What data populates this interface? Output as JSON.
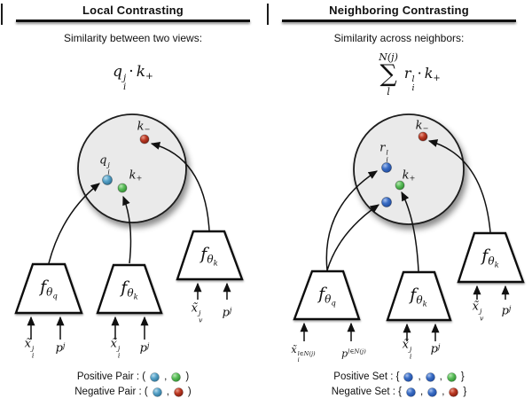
{
  "colors": {
    "light_blue": "#57a3c9",
    "royal_blue": "#3b6ec6",
    "green": "#5cbf5c",
    "red": "#bd3a24",
    "circle_fill": "#eaeaea",
    "ink": "#111111"
  },
  "left": {
    "title": "Local Contrasting",
    "subtitle": "Similarity between two views:",
    "formula": {
      "q_base": "q",
      "q_sup": "j",
      "q_sub": "i",
      "op": "·",
      "k_base": "k",
      "k_sub": "+"
    },
    "points": {
      "k_neg_base": "k",
      "k_neg_sub": "−",
      "q_base": "q",
      "q_sup": "j",
      "q_sub": "i",
      "k_pos_base": "k",
      "k_pos_sub": "+"
    },
    "encoders": [
      {
        "base": "f",
        "theta": "θ",
        "theta_sub": "q"
      },
      {
        "base": "f",
        "theta": "θ",
        "theta_sub": "k"
      },
      {
        "base": "f",
        "theta": "θ",
        "theta_sub": "k"
      }
    ],
    "inputs": {
      "enc1_x_base": "x̃",
      "enc1_x_sup": "j",
      "enc1_x_sub": "i",
      "enc1_p_base": "p",
      "enc1_p_sup": "j",
      "enc2_x_base": "x̃",
      "enc2_x_sup": "j",
      "enc2_x_sub": "i",
      "enc2_p_base": "p",
      "enc2_p_sup": "j",
      "enc3_x_base": "x̃",
      "enc3_x_sup": "j",
      "enc3_x_sub": "v",
      "enc3_p_base": "p",
      "enc3_p_sup": "j"
    },
    "legend": {
      "row1_label": "Positive Pair : (",
      "row1_sep": ",",
      "row1_close": ")",
      "row2_label": "Negative Pair : (",
      "row2_sep": ",",
      "row2_close": ")"
    }
  },
  "right": {
    "title": "Neighboring Contrasting",
    "subtitle": "Similarity across neighbors:",
    "formula": {
      "sum_upper": "N(j)",
      "sum_symbol": "∑",
      "sum_lower": "l",
      "r_base": "r",
      "r_sup": "l",
      "r_sub": "i",
      "op": "·",
      "k_base": "k",
      "k_sub": "+"
    },
    "points": {
      "k_neg_base": "k",
      "k_neg_sub": "−",
      "r_base": "r",
      "r_sup": "l",
      "r_sub": "i",
      "k_pos_base": "k",
      "k_pos_sub": "+"
    },
    "encoders": [
      {
        "base": "f",
        "theta": "θ",
        "theta_sub": "q"
      },
      {
        "base": "f",
        "theta": "θ",
        "theta_sub": "k"
      },
      {
        "base": "f",
        "theta": "θ",
        "theta_sub": "k"
      }
    ],
    "inputs": {
      "enc1_x_base": "x̃",
      "enc1_x_sup": "l∈N(j)",
      "enc1_x_sub": "i",
      "enc1_p_base": "p",
      "enc1_p_sup": "l∈N(j)",
      "enc2_x_base": "x̃",
      "enc2_x_sup": "j",
      "enc2_x_sub": "i",
      "enc2_p_base": "p",
      "enc2_p_sup": "j",
      "enc3_x_base": "x̃",
      "enc3_x_sup": "j",
      "enc3_x_sub": "v",
      "enc3_p_base": "p",
      "enc3_p_sup": "j"
    },
    "legend": {
      "row1_label": "Positive Set : {",
      "row1_sep": ",",
      "row1_close": "}",
      "row2_label": "Negative Set : {",
      "row2_sep": ",",
      "row2_close": "}"
    }
  }
}
